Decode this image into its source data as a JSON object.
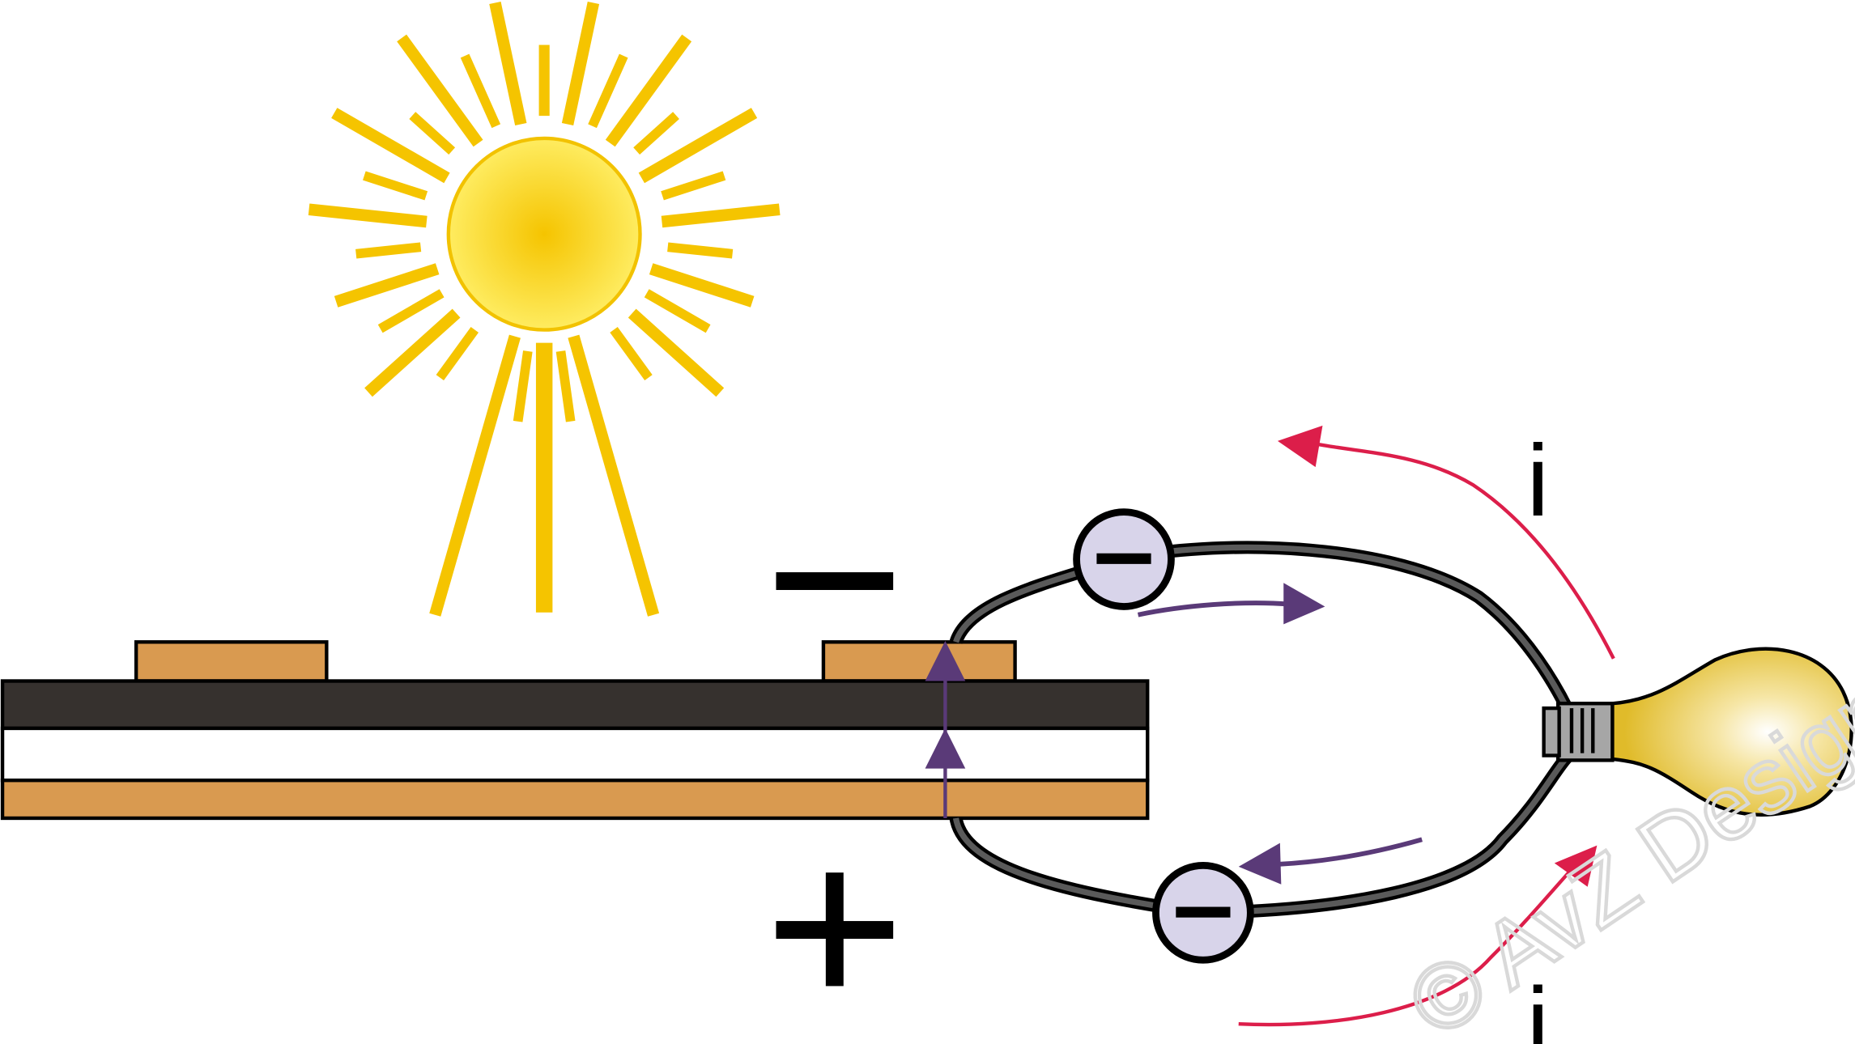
{
  "diagram": {
    "terminal_negative": "−",
    "terminal_positive": "+",
    "current_label_top": "i",
    "current_label_bottom": "i",
    "electron_symbol": "−",
    "watermark": "© AvZ Design"
  },
  "colors": {
    "sun": "#f5c400",
    "contact": "#d99a50",
    "n_layer": "#36312e",
    "p_layer": "#d99a50",
    "wire": "#4a4a4a",
    "electron_fill": "#d8d4ea",
    "electron_flow": "#5a3a78",
    "current_arrow": "#dc1e4a",
    "bulb": "#e8c73a",
    "bulb_base": "#a6a6a6"
  }
}
